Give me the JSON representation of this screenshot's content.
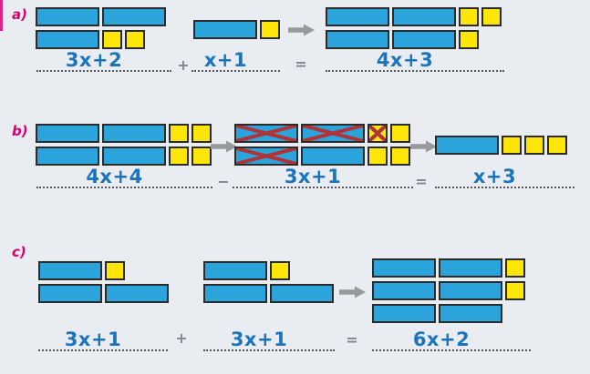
{
  "palette": {
    "page_bg": "#E9EDF2",
    "tile_blue": "#2BA3DB",
    "tile_yellow": "#FFE608",
    "tile_border": "#2B2B2B",
    "cross_red": "#AE3439",
    "caption_blue": "#1C75BC",
    "label_magenta": "#D8006E",
    "operator_gray": "#7E868C",
    "arrow_gray": "#97999B",
    "dotted_line": "#55585C"
  },
  "icons": {
    "arrow": "arrow-right-icon"
  },
  "exercises": [
    {
      "label": "a)",
      "plus": "+",
      "equals": "=",
      "operand1": {
        "caption": "3x+2",
        "tiles": [
          [
            "x",
            "x"
          ],
          [
            "x",
            "1",
            "1"
          ]
        ]
      },
      "operand2": {
        "caption": "x+1",
        "tiles": [
          [
            "x",
            "1"
          ]
        ]
      },
      "result": {
        "caption": "4x+3",
        "tiles": [
          [
            "x",
            "x",
            "1",
            "1"
          ],
          [
            "x",
            "x",
            "1"
          ]
        ]
      }
    },
    {
      "label": "b)",
      "minus": "−",
      "equals": "=",
      "operand1": {
        "caption": "4x+4",
        "tiles": [
          [
            "x",
            "x",
            "1",
            "1"
          ],
          [
            "x",
            "x",
            "1",
            "1"
          ]
        ]
      },
      "operand2": {
        "caption": "3x+1",
        "tiles": [
          [
            "x*",
            "x*",
            "1*",
            "1"
          ],
          [
            "x*",
            "x",
            "1",
            "1"
          ]
        ]
      },
      "result": {
        "caption": "x+3",
        "tiles": [
          [
            "x",
            "1",
            "1",
            "1"
          ]
        ]
      }
    },
    {
      "label": "c)",
      "plus": "+",
      "equals": "=",
      "operand1": {
        "caption": "3x+1",
        "tiles": [
          [
            "x",
            "1"
          ],
          [
            "x",
            "x"
          ]
        ]
      },
      "operand2": {
        "caption": "3x+1",
        "tiles": [
          [
            "x",
            "1"
          ],
          [
            "x",
            "x"
          ]
        ]
      },
      "result": {
        "caption": "6x+2",
        "tiles": [
          [
            "x",
            "x",
            "1"
          ],
          [
            "x",
            "x",
            "1"
          ],
          [
            "x",
            "x"
          ]
        ]
      }
    }
  ]
}
